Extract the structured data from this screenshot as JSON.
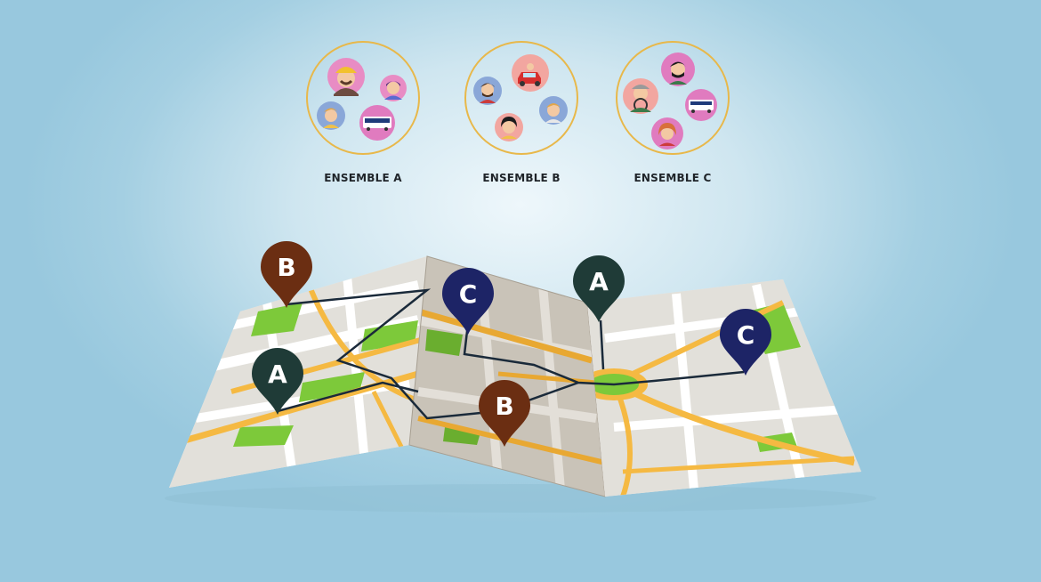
{
  "ensembles": [
    {
      "label": "ENSEMBLE A",
      "members": [
        "worker-avatar",
        "woman-avatar",
        "boy-avatar",
        "bus-icon"
      ]
    },
    {
      "label": "ENSEMBLE B",
      "members": [
        "car-icon",
        "bearded-man-avatar",
        "blonde-man-avatar",
        "dark-hair-woman-avatar"
      ]
    },
    {
      "label": "ENSEMBLE C",
      "members": [
        "bearded-man-avatar",
        "driver-avatar",
        "bus-icon",
        "redhead-woman-avatar"
      ]
    }
  ],
  "map_pins": [
    {
      "letter": "B",
      "color": "#6b2e12",
      "group": "ENSEMBLE B"
    },
    {
      "letter": "C",
      "color": "#1d2466",
      "group": "ENSEMBLE C"
    },
    {
      "letter": "A",
      "color": "#1f3b37",
      "group": "ENSEMBLE A"
    },
    {
      "letter": "C",
      "color": "#1d2466",
      "group": "ENSEMBLE C"
    },
    {
      "letter": "A",
      "color": "#1f3b37",
      "group": "ENSEMBLE A"
    },
    {
      "letter": "B",
      "color": "#6b2e12",
      "group": "ENSEMBLE B"
    }
  ],
  "colors": {
    "circle_ring": "#e8b84a",
    "avatar_pink": "#e07bbf",
    "road": "#f5b942",
    "park": "#7dc93a",
    "route": "#1a2a3a"
  }
}
